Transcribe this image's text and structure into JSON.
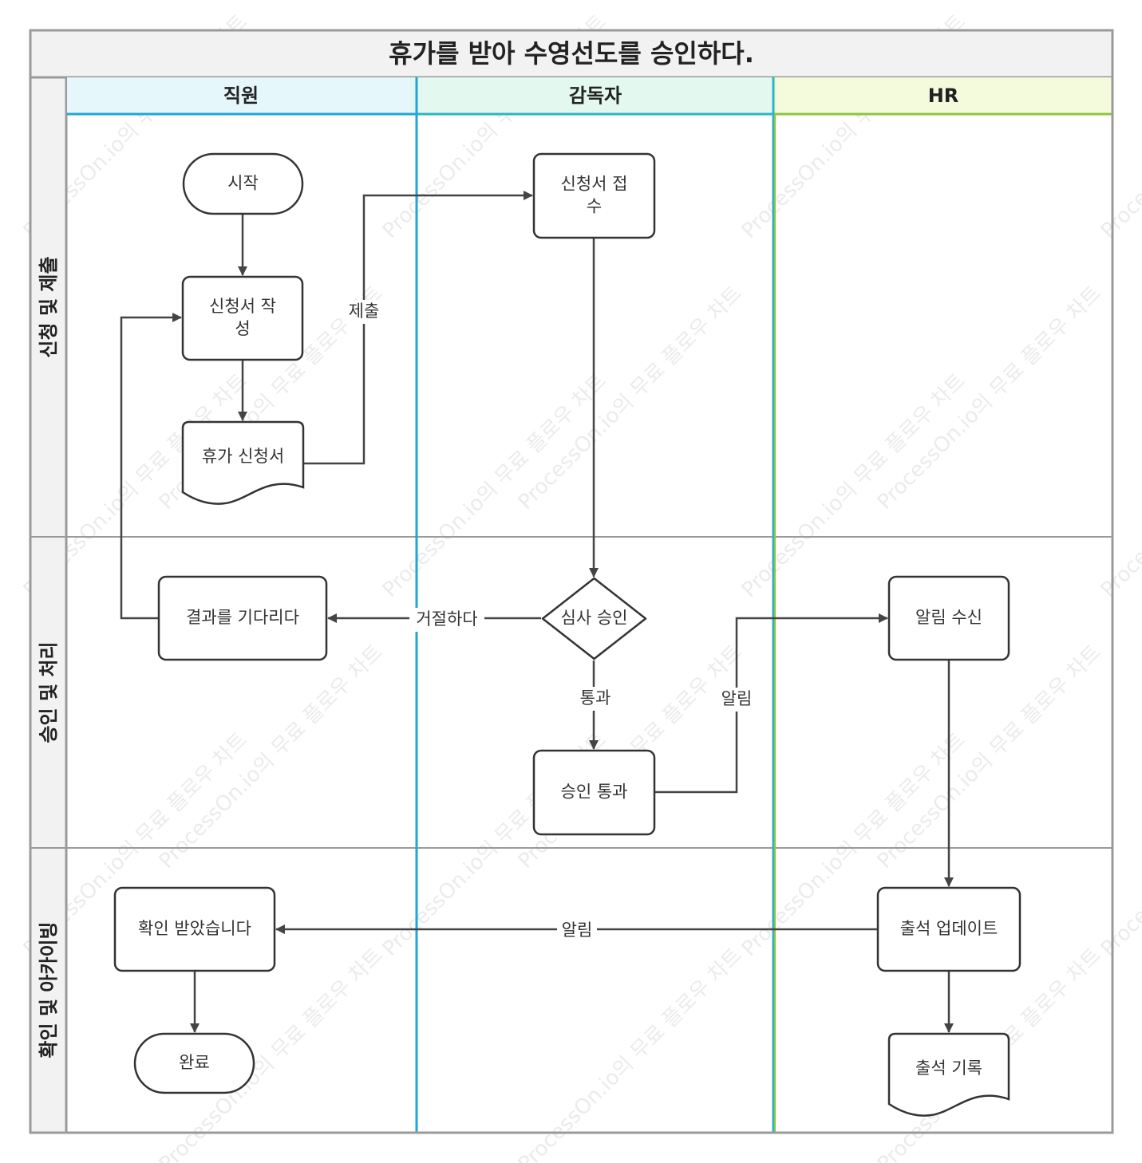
{
  "title": "휴가를 받아 수영선도를 승인하다.",
  "columns": [
    {
      "id": "employee",
      "label": "직원",
      "header_color": "#e6f7fb",
      "line_color": "#1fa6d6"
    },
    {
      "id": "supervisor",
      "label": "감독자",
      "header_color": "#e3f8ef",
      "line_color": "#2bb5c2"
    },
    {
      "id": "hr",
      "label": "HR",
      "header_color": "#f4fbdc",
      "line_color": "#8cc63f"
    }
  ],
  "rows": [
    {
      "id": "apply",
      "label": "신청 및 제출"
    },
    {
      "id": "approve",
      "label": "승인 및 처리"
    },
    {
      "id": "confirm",
      "label": "확인 및 아카이빙"
    }
  ],
  "nodes": {
    "start": {
      "lines": [
        "시작"
      ],
      "shape": "terminal"
    },
    "write_form": {
      "lines": [
        "신청서 작",
        "성"
      ],
      "shape": "process"
    },
    "leave_doc": {
      "lines": [
        "휴가 신청서"
      ],
      "shape": "document"
    },
    "receive_form": {
      "lines": [
        "신청서 접",
        "수"
      ],
      "shape": "process"
    },
    "wait_result": {
      "lines": [
        "결과를 기다리다"
      ],
      "shape": "process"
    },
    "review": {
      "lines": [
        "심사 승인"
      ],
      "shape": "decision"
    },
    "notify_receive": {
      "lines": [
        "알림 수신"
      ],
      "shape": "process"
    },
    "approved": {
      "lines": [
        "승인 통과"
      ],
      "shape": "process"
    },
    "confirmed": {
      "lines": [
        "확인 받았습니다"
      ],
      "shape": "process"
    },
    "attendance_update": {
      "lines": [
        "출석 업데이트"
      ],
      "shape": "process"
    },
    "done": {
      "lines": [
        "완료"
      ],
      "shape": "terminal"
    },
    "attendance_record": {
      "lines": [
        "출석 기록"
      ],
      "shape": "document"
    }
  },
  "edges": [
    {
      "id": "e1",
      "from": "start",
      "to": "write_form",
      "label": ""
    },
    {
      "id": "e2",
      "from": "write_form",
      "to": "leave_doc",
      "label": ""
    },
    {
      "id": "e3",
      "from": "leave_doc",
      "to": "receive_form",
      "label": "제출"
    },
    {
      "id": "e4",
      "from": "receive_form",
      "to": "review",
      "label": ""
    },
    {
      "id": "e5",
      "from": "review",
      "to": "wait_result",
      "label": "거절하다"
    },
    {
      "id": "e6",
      "from": "wait_result",
      "to": "write_form",
      "label": ""
    },
    {
      "id": "e7",
      "from": "review",
      "to": "approved",
      "label": "통과"
    },
    {
      "id": "e8",
      "from": "approved",
      "to": "notify_receive",
      "label": "알림"
    },
    {
      "id": "e9",
      "from": "notify_receive",
      "to": "attendance_update",
      "label": ""
    },
    {
      "id": "e10",
      "from": "attendance_update",
      "to": "confirmed",
      "label": "알림"
    },
    {
      "id": "e11",
      "from": "confirmed",
      "to": "done",
      "label": ""
    },
    {
      "id": "e12",
      "from": "attendance_update",
      "to": "attendance_record",
      "label": ""
    }
  ],
  "watermark": "ProcessOn.io의 무료 플로우 차트",
  "colors": {
    "node_stroke": "#333333",
    "edge": "#444444",
    "frame": "#9a9a9a",
    "title_bg": "#f2f2f2",
    "row_bg": "#f2f2f2"
  }
}
